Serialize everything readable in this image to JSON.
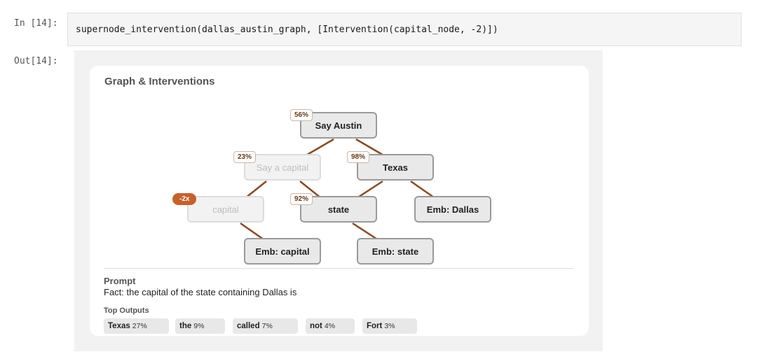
{
  "notebook": {
    "in_label": "In [14]:",
    "out_label": "Out[14]:",
    "code": {
      "fn": "supernode_intervention",
      "open1": "(",
      "arg_graph": "dallas_austin_graph, ",
      "open_list": "[",
      "ctor": "Intervention",
      "open2": "(",
      "arg_node": "capital_node, ",
      "arg_value": "-2",
      "close": ")])"
    }
  },
  "graph": {
    "title": "Graph & Interventions",
    "nodes": {
      "say_austin": {
        "label": "Say Austin",
        "badge": "56%"
      },
      "say_capital": {
        "label": "Say a capital",
        "badge": "23%"
      },
      "texas": {
        "label": "Texas",
        "badge": "98%"
      },
      "capital": {
        "label": "capital",
        "badge": "-2x"
      },
      "state": {
        "label": "state",
        "badge": "92%"
      },
      "emb_dallas": {
        "label": "Emb: Dallas"
      },
      "emb_capital": {
        "label": "Emb: capital"
      },
      "emb_state": {
        "label": "Emb: state"
      }
    }
  },
  "prompt": {
    "heading": "Prompt",
    "text": "Fact: the capital of the state containing Dallas is"
  },
  "top_outputs": {
    "heading": "Top Outputs",
    "items": [
      {
        "token": "Texas",
        "prob": "27%"
      },
      {
        "token": "the",
        "prob": "9%"
      },
      {
        "token": "called",
        "prob": "7%"
      },
      {
        "token": "not",
        "prob": "4%"
      },
      {
        "token": "Fort",
        "prob": "3%"
      }
    ]
  },
  "colors": {
    "edge": "#8a4a1f",
    "intervention_badge": "#c8602a",
    "node_fill": "#e9e9e9",
    "card_bg": "#ffffff",
    "output_bg": "#f2f2f2"
  }
}
